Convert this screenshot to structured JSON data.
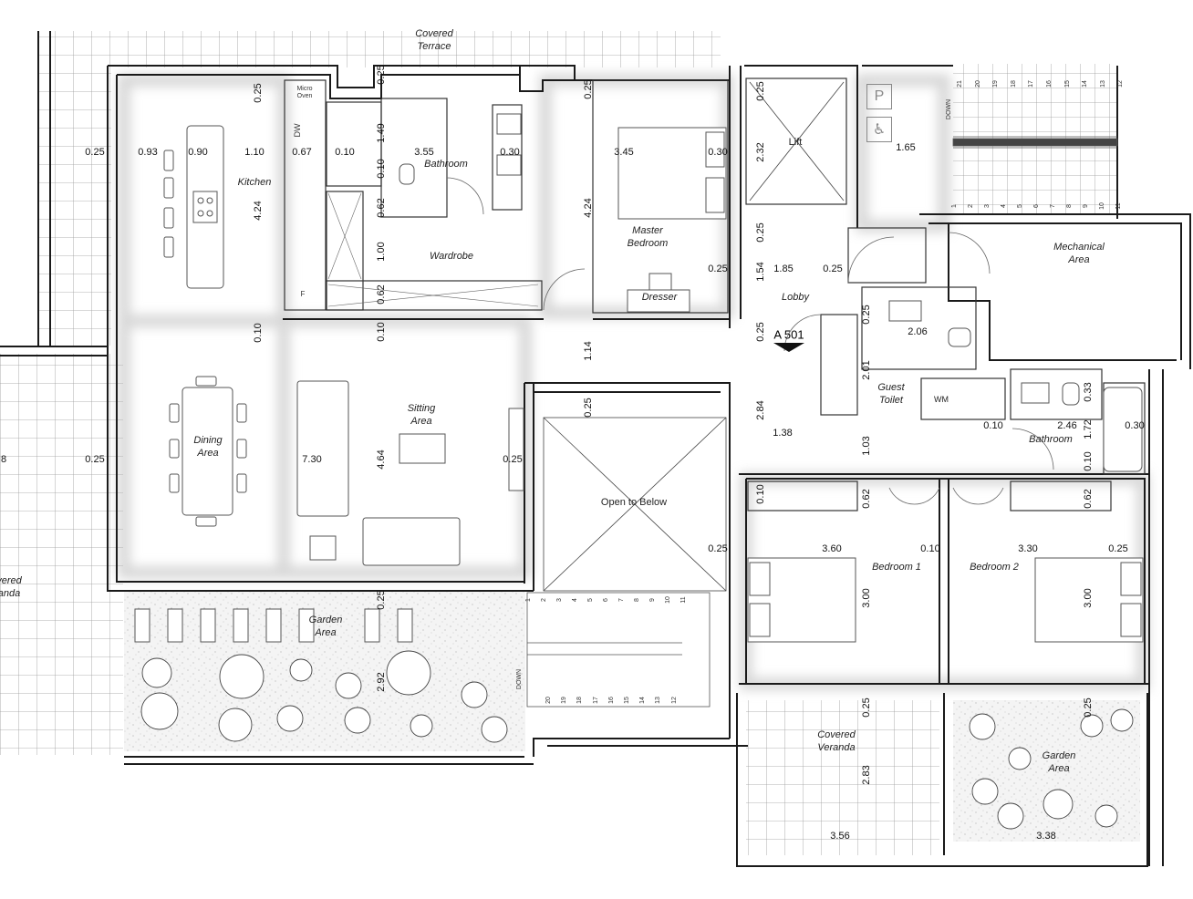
{
  "rooms": {
    "covered_terrace": "Covered\nTerrace",
    "kitchen": "Kitchen",
    "bathroom_master": "Bathroom",
    "wardrobe": "Wardrobe",
    "master_bedroom": "Master\nBedroom",
    "dresser": "Dresser",
    "lift": "Lift",
    "lobby": "Lobby",
    "mechanical_area": "Mechanical\nArea",
    "guest_toilet": "Guest\nToilet",
    "wm": "WM",
    "bathroom_2": "Bathroom",
    "sitting_area": "Sitting\nArea",
    "dining_area": "Dining\nArea",
    "open_to_below": "Open to Below",
    "bedroom_1": "Bedroom 1",
    "bedroom_2": "Bedroom 2",
    "garden_area_left": "Garden\nArea",
    "covered_veranda_right": "Covered\nVeranda",
    "garden_area_right": "Garden\nArea",
    "covered_veranda_left": "vered\nanda"
  },
  "appliances": {
    "micro_oven": "Micro\nOven",
    "dw": "DW",
    "fridge": "F"
  },
  "section_marker": "A 501",
  "stair_labels": {
    "down": "DOWN",
    "top_upper": [
      "21",
      "20",
      "19",
      "18",
      "17",
      "16",
      "15",
      "14",
      "13",
      "12"
    ],
    "top_lower": [
      "1",
      "2",
      "3",
      "4",
      "5",
      "6",
      "7",
      "8",
      "9",
      "10",
      "11"
    ],
    "bottom_upper": [
      "1",
      "2",
      "3",
      "4",
      "5",
      "6",
      "7",
      "8",
      "9",
      "10",
      "11"
    ],
    "bottom_lower": [
      "20",
      "19",
      "18",
      "17",
      "16",
      "15",
      "14",
      "13",
      "12"
    ]
  },
  "dimensions": {
    "d_left_025": "0.25",
    "d_093": "0.93",
    "d_090": "0.90",
    "d_110": "1.10",
    "d_067": "0.67",
    "d_010a": "0.10",
    "d_355": "3.55",
    "d_030a": "0.30",
    "d_345": "3.45",
    "d_030b": "0.30",
    "d_165": "1.65",
    "d_v025_kitchen": "0.25",
    "d_v025_top": "0.25",
    "d_v149": "1.49",
    "d_v010_bath": "0.10",
    "d_v062a": "0.62",
    "d_v100": "1.00",
    "d_v062b": "0.62",
    "d_v010_mid": "0.10",
    "d_v424a": "4.24",
    "d_v010_left": "0.10",
    "d_v025_mb": "0.25",
    "d_v424b": "4.24",
    "d_v025_lift": "0.25",
    "d_v232": "2.32",
    "d_v025_lobby": "0.25",
    "d_v154": "1.54",
    "d_185": "1.85",
    "d_025_lobby_r": "0.25",
    "d_025_mb_r": "0.25",
    "d_v025_guest": "0.25",
    "d_206": "2.06",
    "d_v201": "2.01",
    "d_v025_a501": "0.25",
    "d_v114": "1.14",
    "d_v025_open": "0.25",
    "d_v284": "2.84",
    "d_138": "1.38",
    "d_v103": "1.03",
    "d_010_bath2": "0.10",
    "d_246": "2.46",
    "d_030c": "0.30",
    "d_v033": "0.33",
    "d_v172": "1.72",
    "d_v010_bath2b": "0.10",
    "d_8": "8",
    "d_025_dining": "0.25",
    "d_730": "7.30",
    "d_v464": "4.64",
    "d_025_sitting": "0.25",
    "d_025_open_r": "0.25",
    "d_v010_bed1": "0.10",
    "d_v062_bed1": "0.62",
    "d_v062_bed2": "0.62",
    "d_360": "3.60",
    "d_010_bed": "0.10",
    "d_330": "3.30",
    "d_025_bed2": "0.25",
    "d_v300a": "3.00",
    "d_v300b": "3.00",
    "d_v025_garden": "0.25",
    "d_v292": "2.92",
    "d_v025_ver": "0.25",
    "d_v283": "2.83",
    "d_356": "3.56",
    "d_v025_gar2": "0.25",
    "d_338": "3.38"
  },
  "colors": {
    "wall": "#1a1a1a",
    "shadow": "#c8c8c8",
    "grid": "#9a9a9a",
    "garden_fill": "#f4f4f4"
  },
  "icons": [
    "parking-icon",
    "wheelchair-icon"
  ]
}
